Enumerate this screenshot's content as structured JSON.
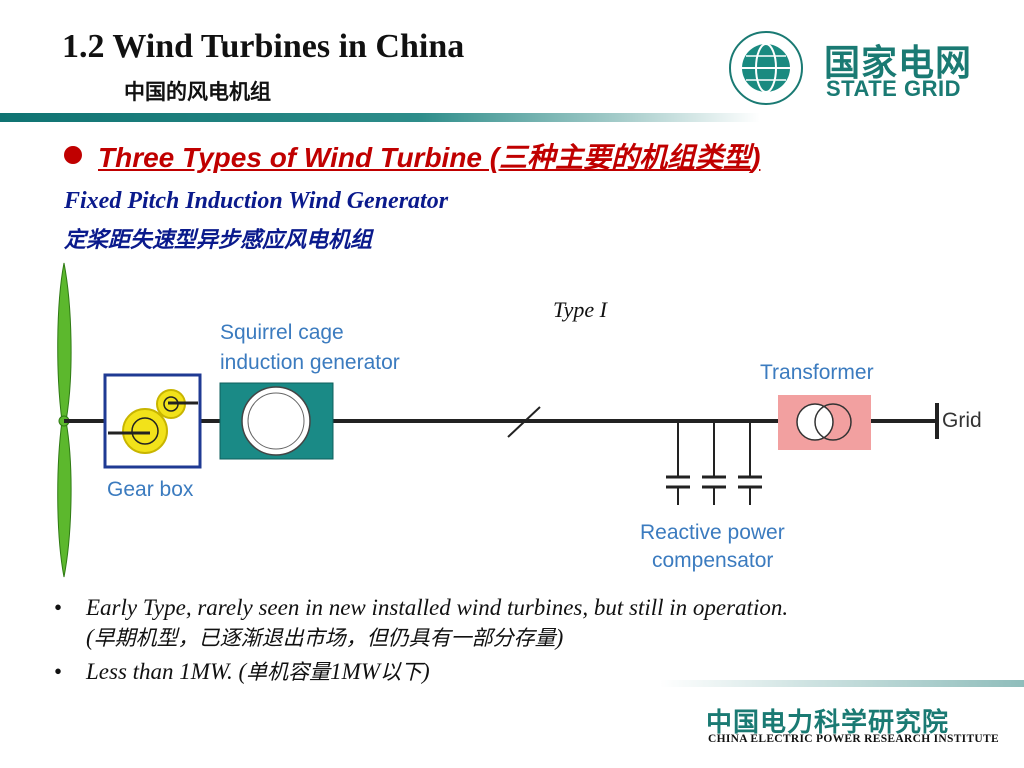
{
  "header": {
    "title": "1.2 Wind Turbines in China",
    "subtitle_cn": "中国的风电机组"
  },
  "logo": {
    "name_cn": "国家电网",
    "name_en": "STATE GRID",
    "icon": "state-grid-globe-icon"
  },
  "section": {
    "heading_en": "Three Types of Wind Turbine (",
    "heading_cn": "三种主要的机组类型",
    "heading_end": ")",
    "subheading_en": "Fixed Pitch Induction Wind Generator",
    "subheading_cn": "定桨距失速型异步感应风电机组"
  },
  "diagram": {
    "type_label": "Type I",
    "generator_label_1": "Squirrel cage",
    "generator_label_2": "induction generator",
    "gearbox_label": "Gear box",
    "transformer_label": "Transformer",
    "grid_label": "Grid",
    "compensator_label_1": "Reactive power",
    "compensator_label_2": "compensator",
    "colors": {
      "blade": "#5cb82d",
      "gearbox_border": "#1f3a93",
      "gear": "#f2e21a",
      "generator_fill": "#1a8a86",
      "transformer_fill": "#f2a0a0",
      "label_blue": "#3b7bbf",
      "line": "#222222"
    }
  },
  "notes": [
    {
      "en": "Early Type,  rarely seen in new installed wind turbines, but still in operation.",
      "cn_prefix": "(",
      "cn": "早期机型，已逐渐退出市场，但仍具有一部分存量",
      "cn_suffix": ")"
    },
    {
      "en": "Less than 1MW. (",
      "cn": "单机容量",
      "en2": "1MW",
      "cn2": "以下",
      "end": ")"
    }
  ],
  "footer": {
    "name_cn": "中国电力科学研究院",
    "name_en": "CHINA ELECTRIC POWER RESEARCH INSTITUTE"
  }
}
